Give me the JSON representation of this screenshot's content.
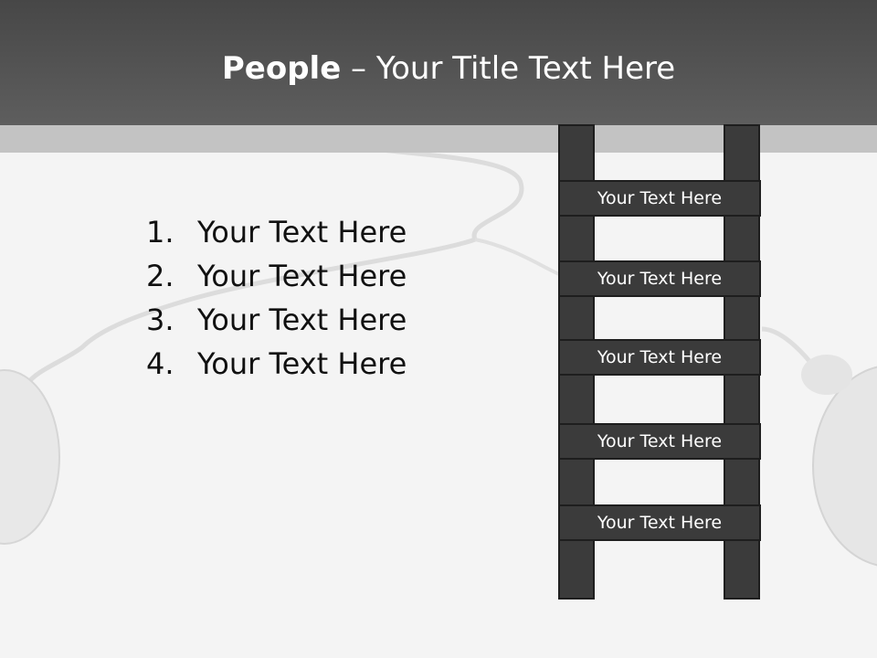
{
  "slide": {
    "title_strong": "People",
    "title_rest": " – Your Title Text Here"
  },
  "list": {
    "items": [
      {
        "number": "1.",
        "text": "Your Text Here"
      },
      {
        "number": "2.",
        "text": "Your Text Here"
      },
      {
        "number": "3.",
        "text": "Your Text Here"
      },
      {
        "number": "4.",
        "text": "Your Text Here"
      }
    ]
  },
  "ladder": {
    "rungs": [
      "Your Text Here",
      "Your Text Here",
      "Your Text Here",
      "Your Text Here",
      "Your Text Here"
    ]
  },
  "colors": {
    "header": "#4f4f4f",
    "band": "#c3c3c3",
    "ladder": "#3b3b3b",
    "background": "#f4f4f4"
  }
}
